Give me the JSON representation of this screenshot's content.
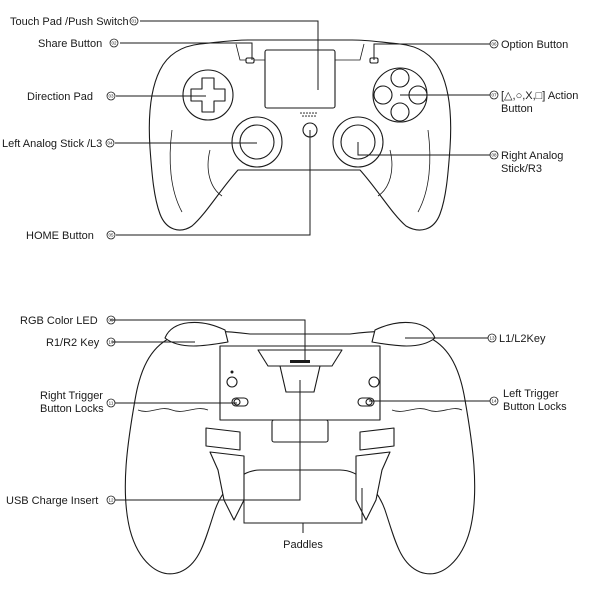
{
  "callouts": {
    "touch_pad": {
      "label": "Touch Pad /Push Switch",
      "num": "01"
    },
    "share": {
      "label": "Share Button",
      "num": "02"
    },
    "direction": {
      "label": "Direction  Pad",
      "num": "03"
    },
    "left_stick": {
      "label": "Left Analog Stick /L3",
      "num": "04"
    },
    "home": {
      "label": "HOME Button",
      "num": "05"
    },
    "option": {
      "label": "Option Button",
      "num": "06"
    },
    "action": {
      "label_line1": "[△,○,X,□] Action",
      "label_line2": "Button",
      "num": "07"
    },
    "right_stick": {
      "label_line1": "Right Analog",
      "label_line2": "Stick/R3",
      "num": "08"
    },
    "rgb_led": {
      "label": "RGB Color LED",
      "num": "09"
    },
    "r1r2": {
      "label": "R1/R2 Key",
      "num": "10"
    },
    "right_trigger_lock": {
      "label_line1": "Right Trigger",
      "label_line2": "Button Locks",
      "num": "11"
    },
    "usb": {
      "label": "USB Charge Insert",
      "num": "12"
    },
    "l1l2": {
      "label": "L1/L2Key",
      "num": "13"
    },
    "left_trigger_lock": {
      "label_line1": "Left Trigger",
      "label_line2": "Button Locks",
      "num": "14"
    },
    "paddles": {
      "label": "Paddles"
    }
  }
}
